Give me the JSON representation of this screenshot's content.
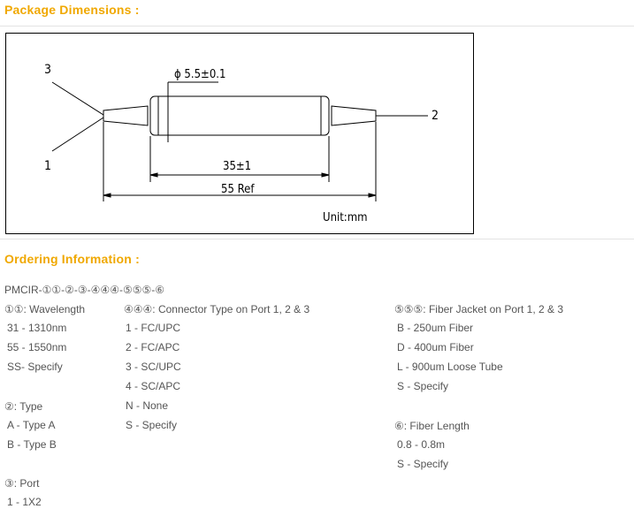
{
  "package": {
    "heading": "Package Dimensions :",
    "drawing": {
      "port3": "3",
      "port1": "1",
      "port2": "2",
      "diameter": "ϕ 5.5±0.1",
      "body_length": "35±1",
      "total_length": "55 Ref",
      "unit": "Unit:mm"
    }
  },
  "ordering": {
    "heading": "Ordering Information :",
    "part_number": "PMCIR-①①-②-③-④④④-⑤⑤⑤-⑥",
    "wavelength": {
      "title": "①①: Wavelength",
      "items": [
        "31 - 1310nm",
        "55 - 1550nm",
        "SS- Specify"
      ]
    },
    "type": {
      "title": "②: Type",
      "items": [
        "A - Type A",
        "B - Type B"
      ]
    },
    "port": {
      "title": "③: Port",
      "items": [
        "1 - 1X2"
      ]
    },
    "connector": {
      "title": "④④④: Connector Type on Port 1, 2 & 3",
      "items": [
        "1 - FC/UPC",
        "2 - FC/APC",
        "3 - SC/UPC",
        "4 - SC/APC",
        "N - None",
        "S - Specify"
      ]
    },
    "jacket": {
      "title": "⑤⑤⑤: Fiber Jacket on Port 1, 2 & 3",
      "items": [
        "B - 250um Fiber",
        "D - 400um Fiber",
        "L - 900um Loose Tube",
        "S - Specify"
      ]
    },
    "fiber_length": {
      "title": "⑥: Fiber Length",
      "items": [
        "0.8 - 0.8m",
        "S - Specify"
      ]
    }
  }
}
